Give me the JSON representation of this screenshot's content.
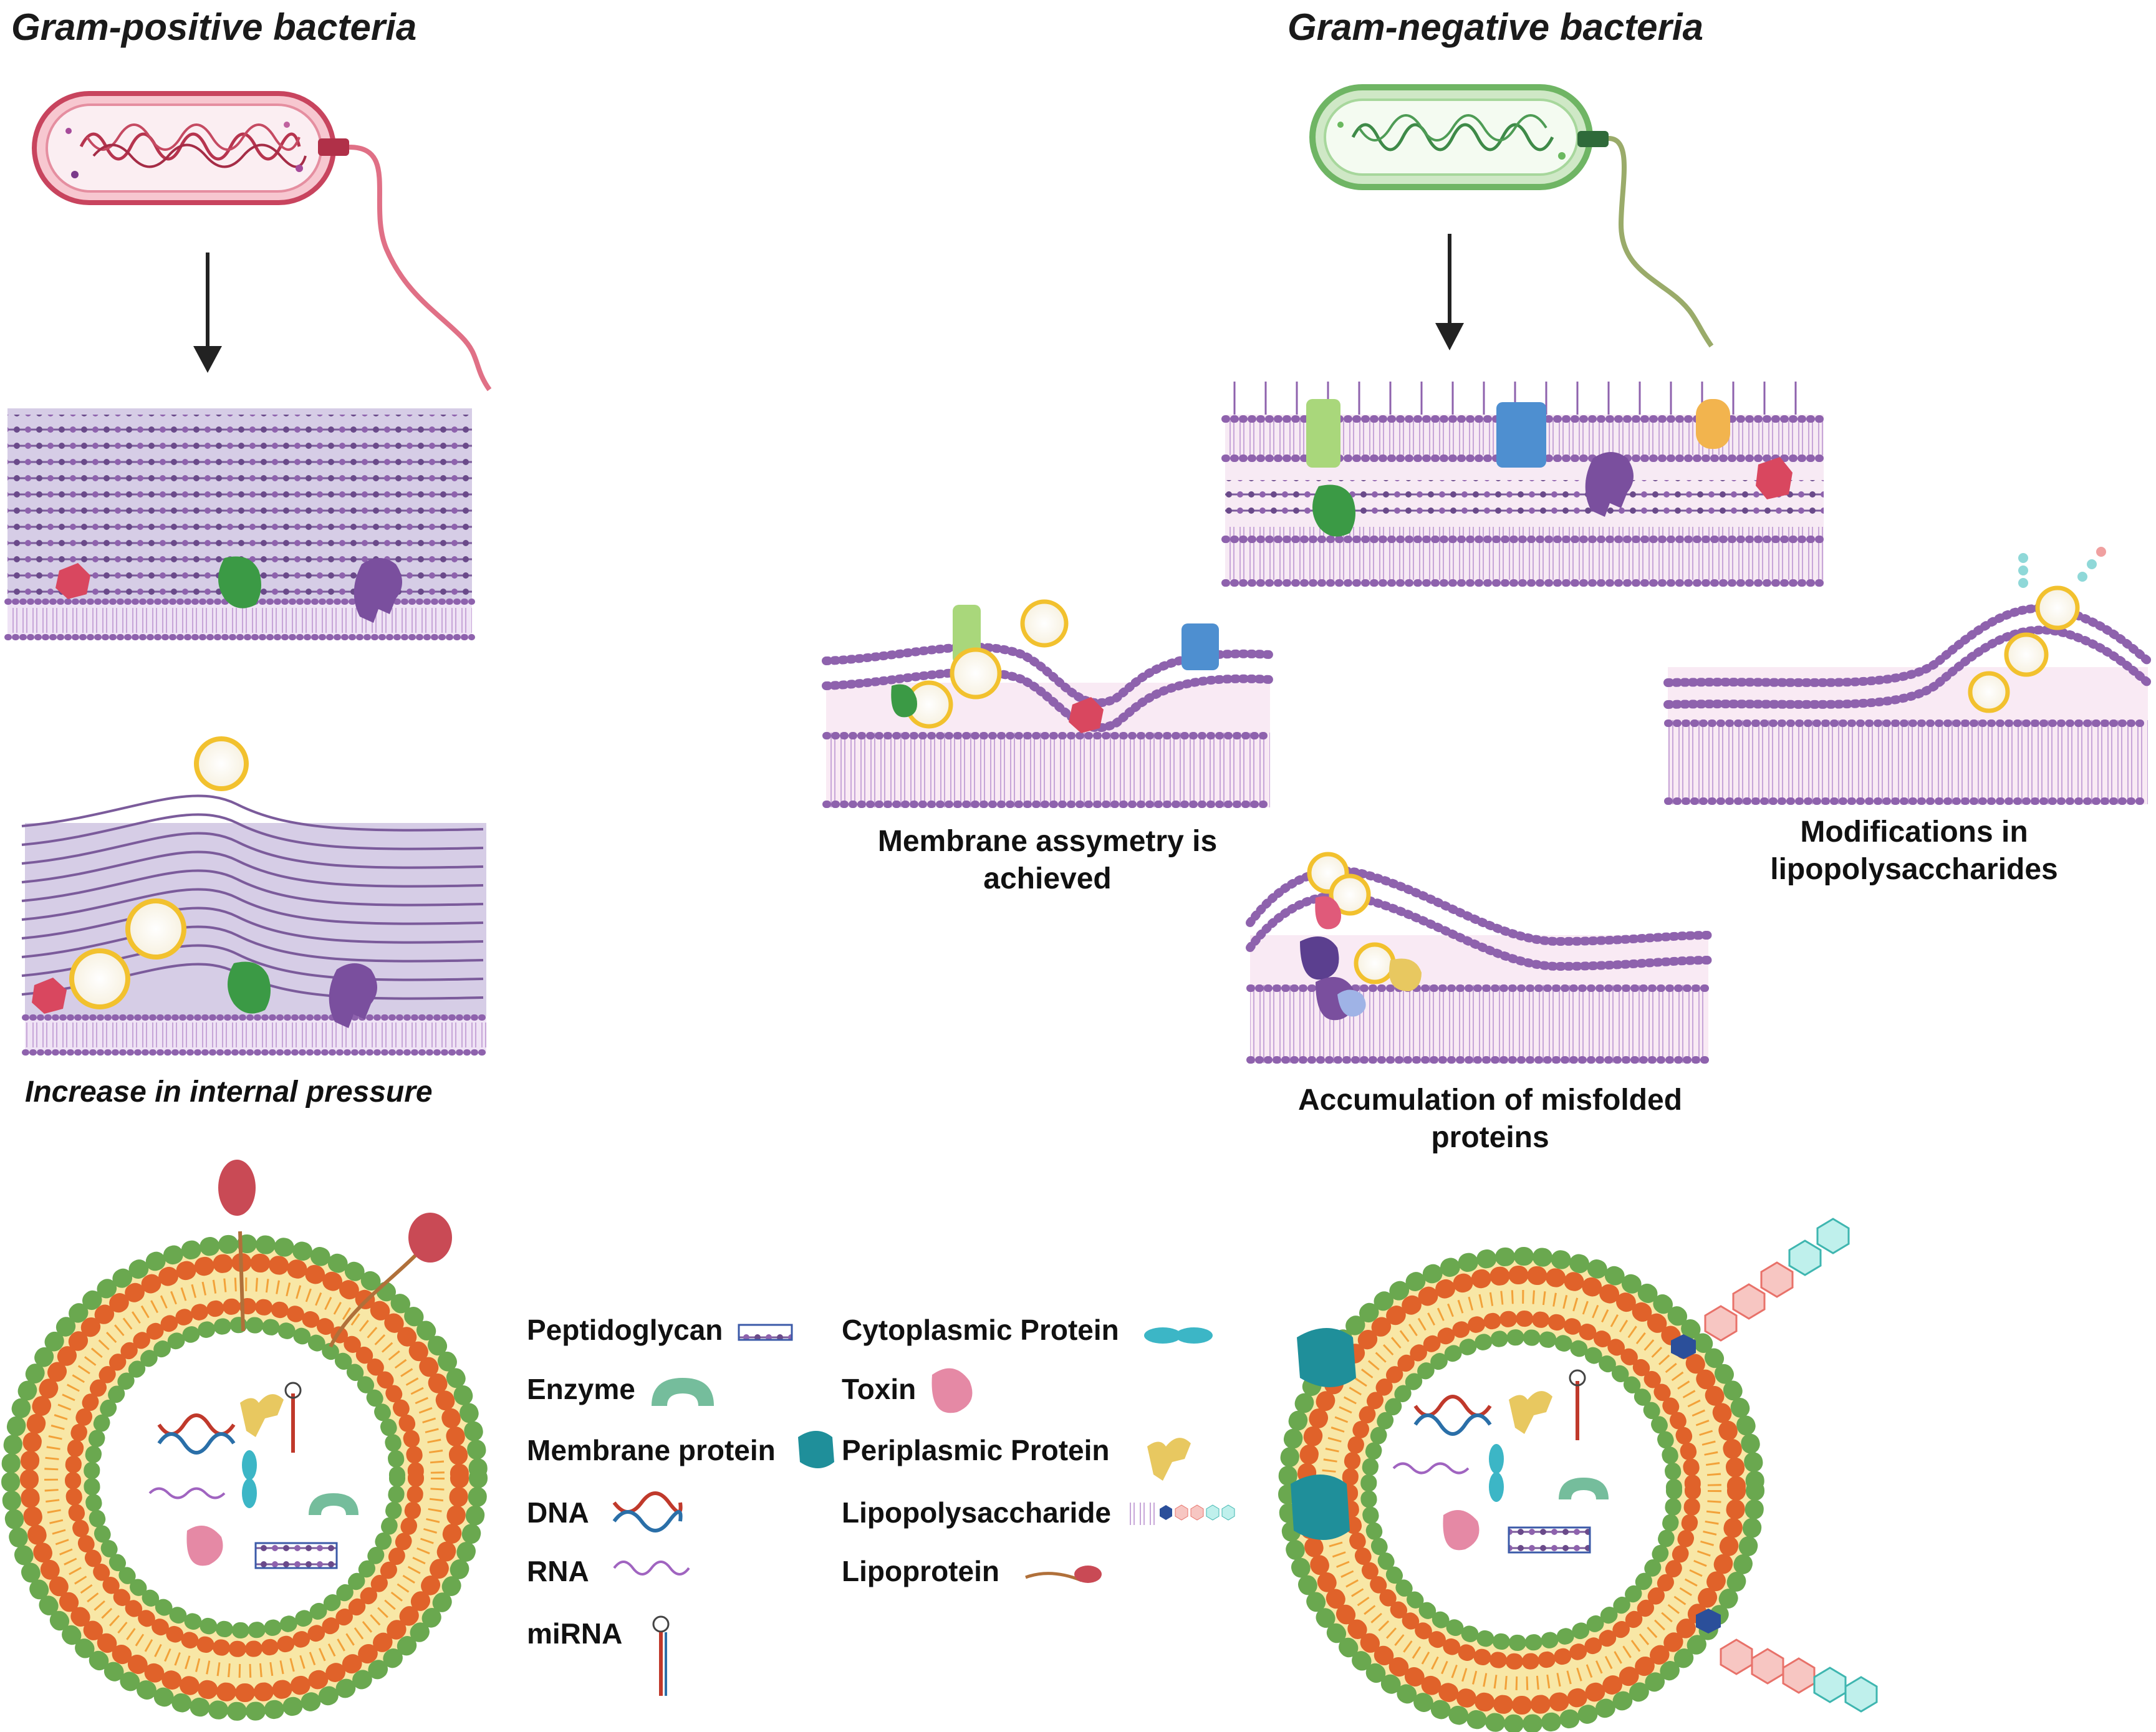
{
  "titles": {
    "gram_positive": "Gram-positive bacteria",
    "gram_negative": "Gram-negative bacteria"
  },
  "captions": {
    "internal_pressure": "Increase in internal pressure",
    "asymmetry_line1": "Membrane assymetry is",
    "asymmetry_line2": "achieved",
    "misfolded_line1": "Accumulation of misfolded",
    "misfolded_line2": "proteins",
    "lps_line1": "Modifications in",
    "lps_line2": "lipopolysaccharides"
  },
  "legend": {
    "left": [
      {
        "label": "Peptidoglycan",
        "icon": "peptidoglycan-icon"
      },
      {
        "label": "Enzyme",
        "icon": "enzyme-icon"
      },
      {
        "label": "Membrane protein",
        "icon": "membrane-protein-icon"
      },
      {
        "label": "DNA",
        "icon": "dna-icon"
      },
      {
        "label": "RNA",
        "icon": "rna-icon"
      },
      {
        "label": "miRNA",
        "icon": "mirna-icon"
      }
    ],
    "right": [
      {
        "label": "Cytoplasmic Protein",
        "icon": "cytoplasmic-protein-icon"
      },
      {
        "label": "Toxin",
        "icon": "toxin-icon"
      },
      {
        "label": "Periplasmic Protein",
        "icon": "periplasmic-protein-icon"
      },
      {
        "label": "Lipopolysaccharide",
        "icon": "lipopolysaccharide-icon"
      },
      {
        "label": "Lipoprotein",
        "icon": "lipoprotein-icon"
      }
    ]
  },
  "colors": {
    "gram_positive_cell": "#d9566f",
    "gram_negative_cell": "#7fbf73",
    "membrane_purple": "#8a5a9c",
    "vesicle_yellow": "#f5d76e",
    "headgroup_orange": "#e0622a",
    "headgroup_green": "#6aa84f"
  }
}
